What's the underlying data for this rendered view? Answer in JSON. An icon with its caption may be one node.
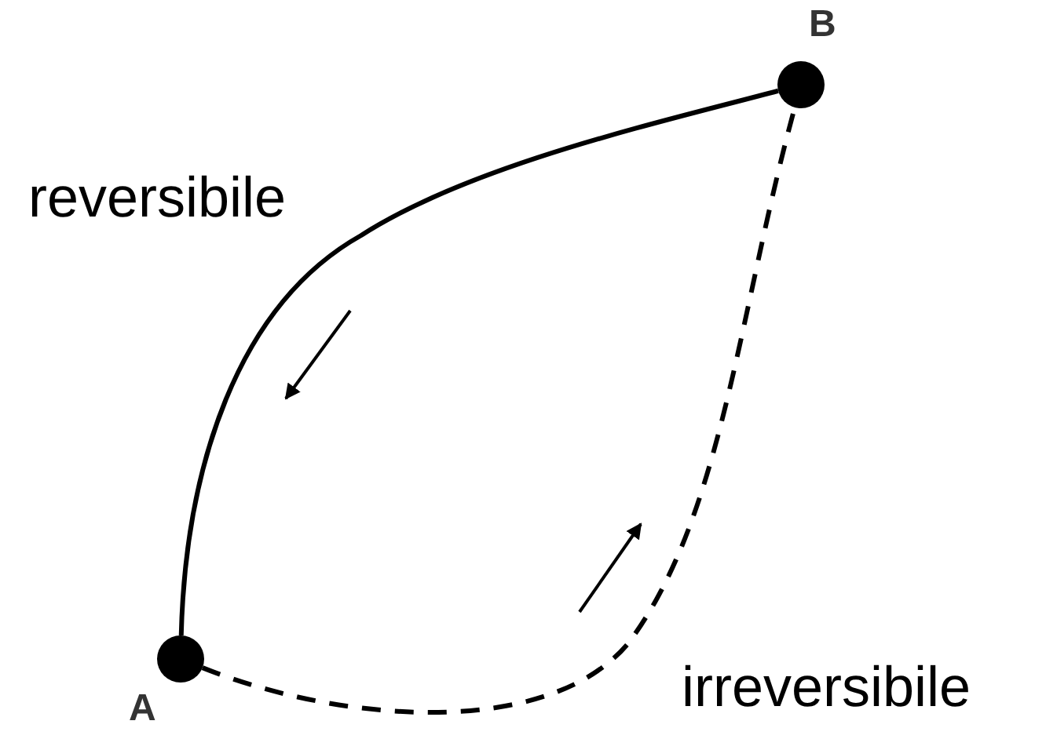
{
  "diagram": {
    "nodes": [
      {
        "text": [],
        "shape": "circle",
        "beside": [
          "A"
        ]
      },
      {
        "text": [],
        "shape": "circle",
        "beside": [
          "B"
        ]
      }
    ],
    "edges": [
      {
        "from": 1,
        "to": 0,
        "arrow": "none",
        "label": "reversibile"
      },
      {
        "from": 0,
        "to": 1,
        "arrow": "none",
        "label": "irreversibile",
        "style": "dashed"
      }
    ]
  }
}
